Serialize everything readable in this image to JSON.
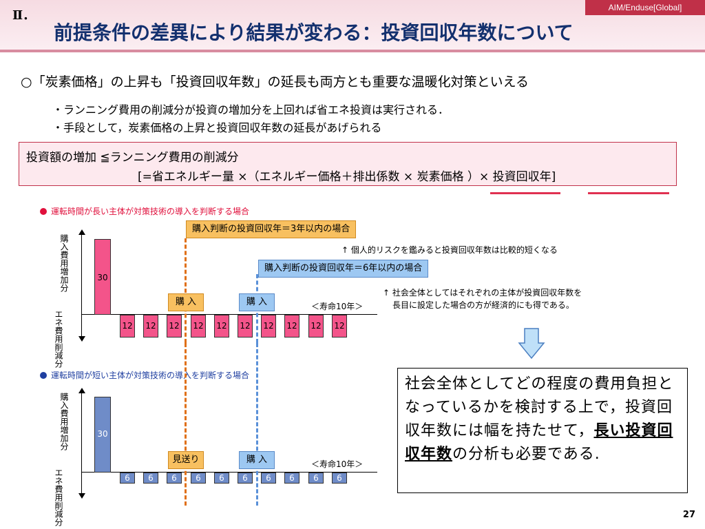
{
  "header": {
    "tag": "AIM/Enduse[Global]",
    "roman": "Ⅱ．",
    "title": "前提条件の差異により結果が変わる：投資回収年数について"
  },
  "lead": "○「炭素価格」の上昇も「投資回収年数」の延長も両方とも重要な温暖化対策といえる",
  "bullets": [
    "・ランニング費用の削減分が投資の増加分を上回れば省エネ投資は実行される．",
    "・手段として，炭素価格の上昇と投資回収年数の延長があげられる"
  ],
  "formula": {
    "line1": "投資額の増加 ≦ランニング費用の削減分",
    "line2": "[=省エネルギー量 ×（エネルギー価格＋排出係数 × 炭素価格 ）× 投資回収年]"
  },
  "top_chart": {
    "section_title": "運転時間が長い主体が対策技術の導入を判断する場合",
    "y_label_upper": "購入費用増加分",
    "y_label_lower": "エネ費用削減分",
    "investment": 30,
    "savings": [
      12,
      12,
      12,
      12,
      12,
      12,
      12,
      12,
      12,
      12
    ],
    "payback3_label": "購入判断の投資回収年＝3年以内の場合",
    "payback6_label": "購入判断の投資回収年＝6年以内の場合",
    "decision3": "購 入",
    "decision6": "購 入",
    "lifetime": "＜寿命10年＞",
    "note3": "↑ 個人的リスクを鑑みると投資回収年数は比較的短くなる",
    "note6_line1": "↑ 社会全体としてはそれぞれの主体が投資回収年数を",
    "note6_line2": "長目に設定した場合の方が経済的にも得である。"
  },
  "bottom_chart": {
    "section_title": "運転時間が短い主体が対策技術の導入を判断する場合",
    "y_label_upper": "購入費用増加分",
    "y_label_lower": "エネ費用削減分",
    "investment": 30,
    "savings": [
      6,
      6,
      6,
      6,
      6,
      6,
      6,
      6,
      6,
      6
    ],
    "decision3": "見送り",
    "decision6": "購 入",
    "lifetime": "＜寿命10年＞"
  },
  "conclusion": {
    "text_a": "社会全体としてどの程度の費用負担となっているかを検討する上で，投資回収年数には幅を持たせて，",
    "text_em": "長い投資回収年数",
    "text_b": "の分析も必要である."
  },
  "page_number": "27",
  "colors": {
    "accent": "#c03048",
    "pink_bar": "#f3548a",
    "blue_bar": "#6f8cc8",
    "title": "#13306e"
  }
}
